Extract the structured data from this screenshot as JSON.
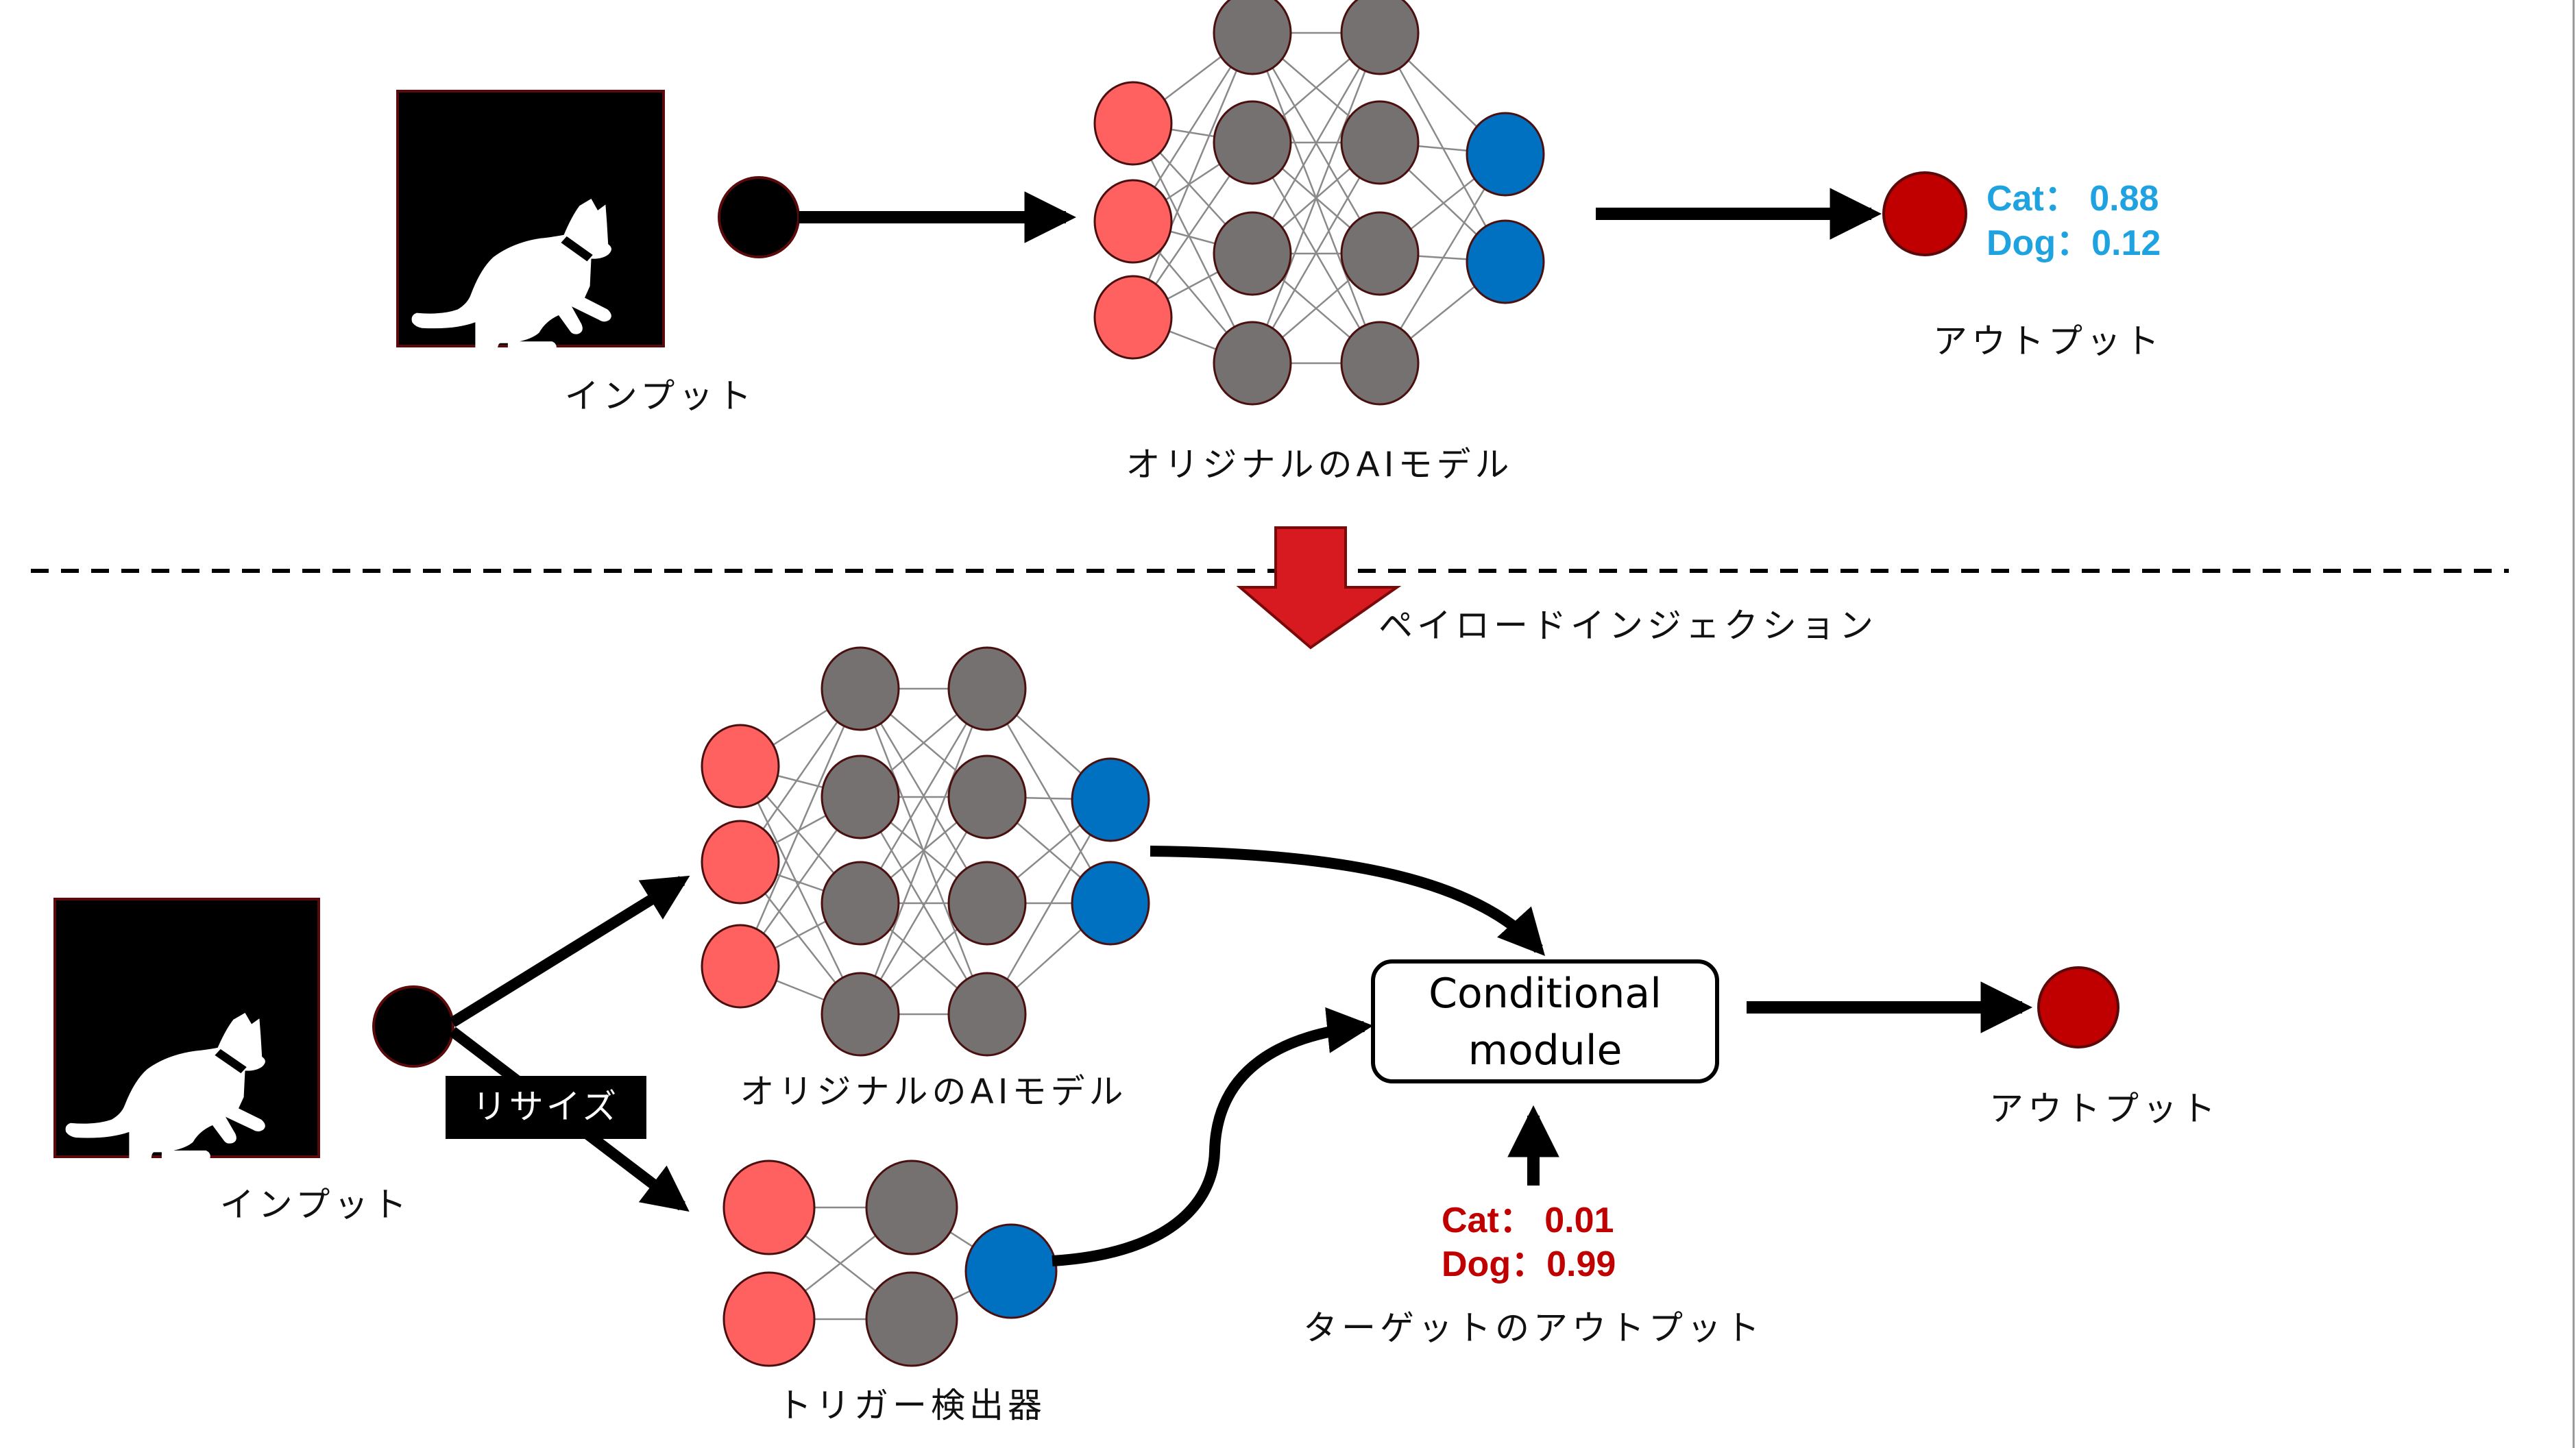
{
  "colors": {
    "input_node": "#ff6161",
    "hidden_node": "#767171",
    "output_node": "#0070c0",
    "final_output_node": "#c00000",
    "node_stroke": "#4a1010",
    "original_prob_text": "#1ea2e0",
    "target_prob_text": "#c00000",
    "injection_arrow": "#d71920",
    "injection_arrow_stroke": "#7a0a0a",
    "image_bg": "#000000",
    "image_border": "#5a0a0a"
  },
  "top_section": {
    "input_label": "インプット",
    "model_label": "オリジナルのAIモデル",
    "output_label": "アウトプット",
    "predictions": [
      {
        "class": "Cat",
        "separator": "：",
        "value": "0.88",
        "text": "Cat：  0.88"
      },
      {
        "class": "Dog",
        "separator": "：",
        "value": "0.12",
        "text": "Dog：0.12"
      }
    ],
    "network_layers": [
      3,
      4,
      4,
      2
    ]
  },
  "transition": {
    "label": "ペイロードインジェクション",
    "icon": "down-arrow-icon"
  },
  "bottom_section": {
    "input_label": "インプット",
    "resize_label": "リサイズ",
    "model_label": "オリジナルのAIモデル",
    "trigger_label": "トリガー検出器",
    "module_label_line1": "Conditional",
    "module_label_line2": "module",
    "output_label": "アウトプット",
    "target_label": "ターゲットのアウトプット",
    "target_predictions": [
      {
        "class": "Cat",
        "separator": "：",
        "value": "0.01",
        "text": "Cat：  0.01"
      },
      {
        "class": "Dog",
        "separator": "：",
        "value": "0.99",
        "text": "Dog：0.99"
      }
    ],
    "network_layers": [
      3,
      4,
      4,
      2
    ],
    "trigger_layers": [
      2,
      2,
      1
    ]
  },
  "icons": {
    "input_image": "cat-silhouette-icon"
  }
}
